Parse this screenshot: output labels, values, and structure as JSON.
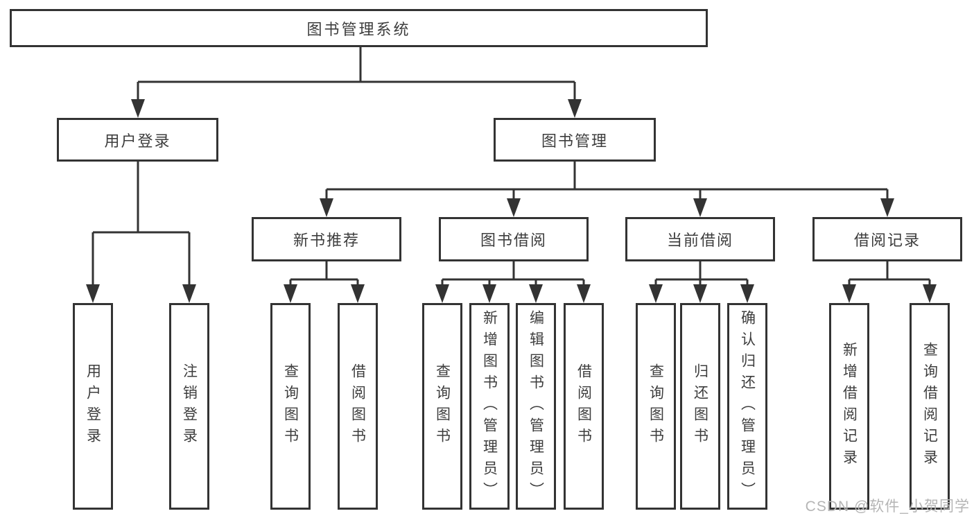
{
  "diagram": {
    "root": {
      "label": "图书管理系统"
    },
    "login_branch": {
      "label": "用户登录",
      "leaves": [
        "用户登录",
        "注销登录"
      ]
    },
    "management_branch": {
      "label": "图书管理",
      "modules": [
        {
          "label": "新书推荐",
          "leaves": [
            "查询图书",
            "借阅图书"
          ]
        },
        {
          "label": "图书借阅",
          "leaves": [
            "查询图书",
            "新增图书（管理员）",
            "编辑图书（管理员）",
            "借阅图书"
          ]
        },
        {
          "label": "当前借阅",
          "leaves": [
            "查询图书",
            "归还图书",
            "确认归还（管理员）"
          ]
        },
        {
          "label": "借阅记录",
          "leaves": [
            "新增借阅记录",
            "查询借阅记录"
          ]
        }
      ]
    }
  },
  "watermark": {
    "text": "CSDN @软件_小贺同学"
  },
  "colors": {
    "line": "#333333",
    "box_border": "#333333",
    "text": "#3d3d3d",
    "background": "#ffffff",
    "watermark": "#b5b5b5"
  }
}
